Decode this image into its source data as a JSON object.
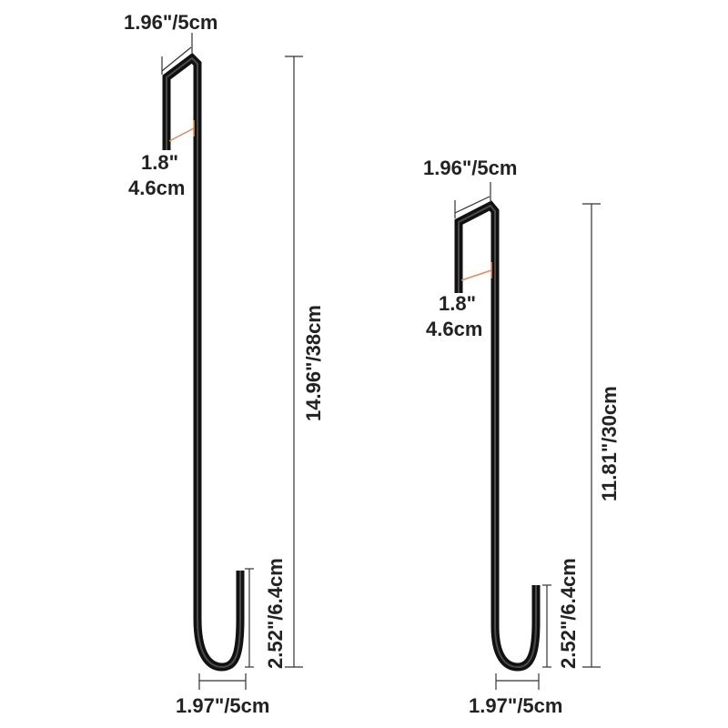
{
  "colors": {
    "wire": "#111111",
    "wire_highlight": "#4a4a4a",
    "dimension_line": "#333333",
    "text": "#222222",
    "gap_accent": "#e08a5a"
  },
  "large_hook": {
    "top_width": "1.96\"/5cm",
    "gap_inch": "1.8\"",
    "gap_cm": "4.6cm",
    "total_length": "14.96\"/38cm",
    "bottom_height": "2.52\"/6.4cm",
    "bottom_width": "1.97\"/5cm"
  },
  "small_hook": {
    "top_width": "1.96\"/5cm",
    "gap_inch": "1.8\"",
    "gap_cm": "4.6cm",
    "total_length": "11.81\"/30cm",
    "bottom_height": "2.52\"/6.4cm",
    "bottom_width": "1.97\"/5cm"
  }
}
